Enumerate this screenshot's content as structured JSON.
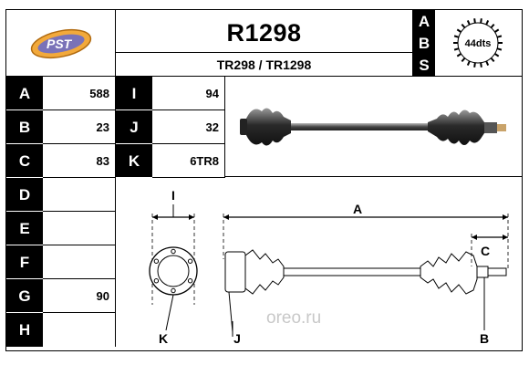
{
  "header": {
    "logo_text": "PST",
    "part_number": "R1298",
    "cross_refs": "TR298 / TR1298",
    "abs_letters": [
      "A",
      "B",
      "S"
    ],
    "teeth_label": "44dts"
  },
  "specs_left": [
    {
      "label": "A",
      "value": "588"
    },
    {
      "label": "B",
      "value": "23"
    },
    {
      "label": "C",
      "value": "83"
    },
    {
      "label": "D",
      "value": ""
    },
    {
      "label": "E",
      "value": ""
    },
    {
      "label": "F",
      "value": ""
    },
    {
      "label": "G",
      "value": "90"
    },
    {
      "label": "H",
      "value": ""
    }
  ],
  "specs_right": [
    {
      "label": "I",
      "value": "94"
    },
    {
      "label": "J",
      "value": "32"
    },
    {
      "label": "K",
      "value": "6TR8"
    }
  ],
  "diagram_labels": {
    "dim_i": "I",
    "dim_a": "A",
    "dim_c": "C",
    "dim_k": "K",
    "dim_j": "J",
    "dim_b": "B",
    "watermark": "oreo.ru"
  }
}
